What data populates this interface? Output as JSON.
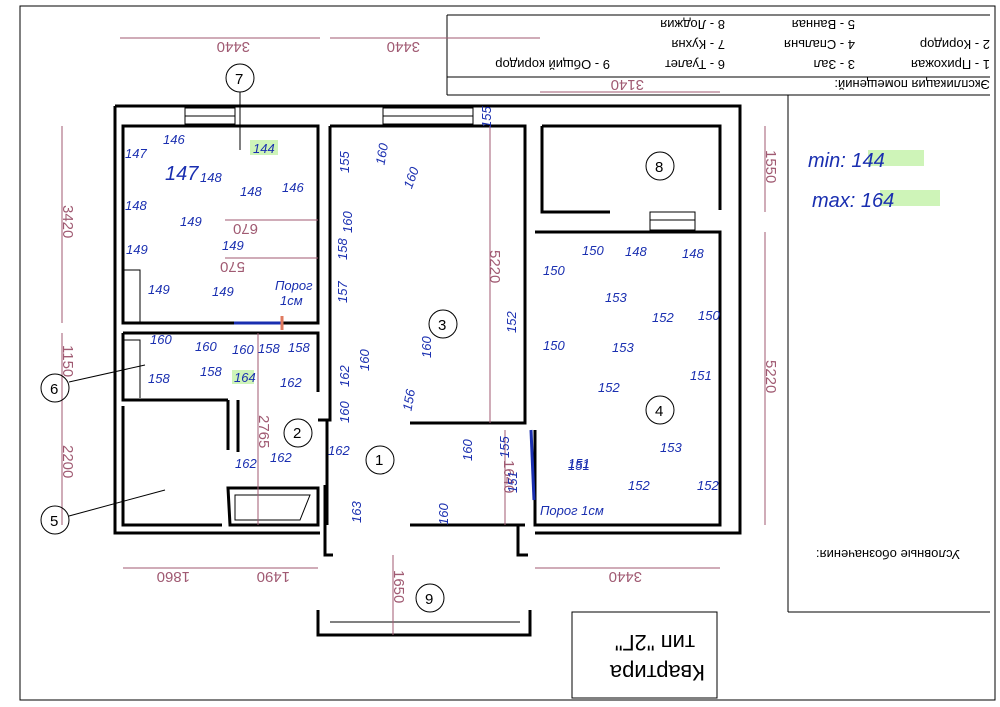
{
  "explication": {
    "heading": "Экспликация помещений:",
    "items": [
      "1 - Прихожая",
      "3 - Зал",
      "6 - Туалет",
      "9 - Общий коридор",
      "2 - Коридор",
      "4 - Спальня",
      "7 - Кухня",
      "5 - Ванная",
      "8 - Лоджия"
    ]
  },
  "legend_heading": "Условные обозначения:",
  "title_block": {
    "line1": "Квартира",
    "line2": "тип \"2Г\""
  },
  "minmax": {
    "min": "min: 144",
    "max": "max: 164"
  },
  "thresholds": {
    "t1a": "Порог",
    "t1b": "1см",
    "t2": "Порог 1см"
  },
  "dimensions": {
    "top_kitchen": "3440",
    "top_hall": "3440",
    "top_loggia": "3140",
    "left_kitchen": "3420",
    "left_toilet": "1150",
    "left_bath": "2200",
    "hall_height": "5220",
    "bedroom_height": "5220",
    "loggia_height": "1550",
    "inner_670": "670",
    "inner_570": "570",
    "corridor_2765": "2765",
    "entry_1640": "1640",
    "bottom_1860": "1860",
    "bottom_1490": "1490",
    "bottom_3440": "3440",
    "stair_1650": "1650"
  },
  "room_numbers": [
    "1",
    "2",
    "3",
    "4",
    "5",
    "6",
    "7",
    "8",
    "9"
  ],
  "readings": {
    "kitchen": [
      "146",
      "144",
      "147",
      "147",
      "148",
      "148",
      "146",
      "148",
      "149",
      "149",
      "149",
      "149",
      "149"
    ],
    "toilet": [
      "160",
      "160",
      "158",
      "158",
      "158",
      "158",
      "164",
      "162",
      "160"
    ],
    "hall": [
      "155",
      "160",
      "160",
      "155",
      "158",
      "160",
      "157",
      "152",
      "160",
      "162",
      "160",
      "160",
      "156",
      "155"
    ],
    "entry": [
      "162",
      "162",
      "162",
      "163",
      "160",
      "160",
      "151",
      "151"
    ],
    "bedroom": [
      "150",
      "150",
      "148",
      "148",
      "153",
      "152",
      "150",
      "150",
      "153",
      "151",
      "152",
      "151",
      "153",
      "152",
      "152"
    ]
  },
  "colors": {
    "dimension": "#a05a72",
    "handwriting": "#1a2fb0",
    "highlight": "#b9f09a",
    "threshold_mark": "#e07a5f"
  }
}
